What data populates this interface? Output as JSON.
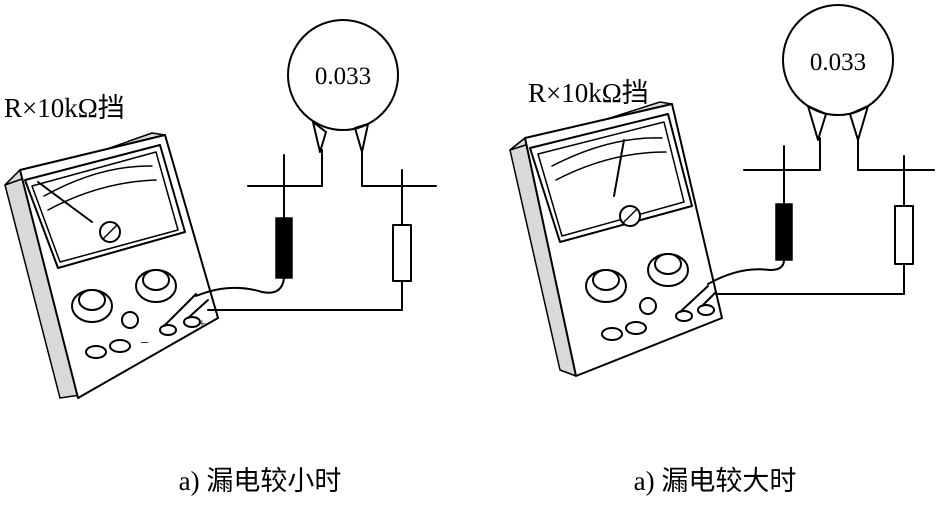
{
  "panel_a": {
    "range_label": "R×10kΩ挡",
    "capacitor_value": "0.033",
    "caption": "a) 漏电较小时"
  },
  "panel_b": {
    "range_label": "R×10kΩ挡",
    "capacitor_value": "0.033",
    "caption": "a) 漏电较大时"
  },
  "needle_position": {
    "panel_a": "low deflection (high resistance)",
    "panel_b": "mid deflection (lower resistance)"
  },
  "colors": {
    "ink": "#000000",
    "paper": "#ffffff"
  }
}
